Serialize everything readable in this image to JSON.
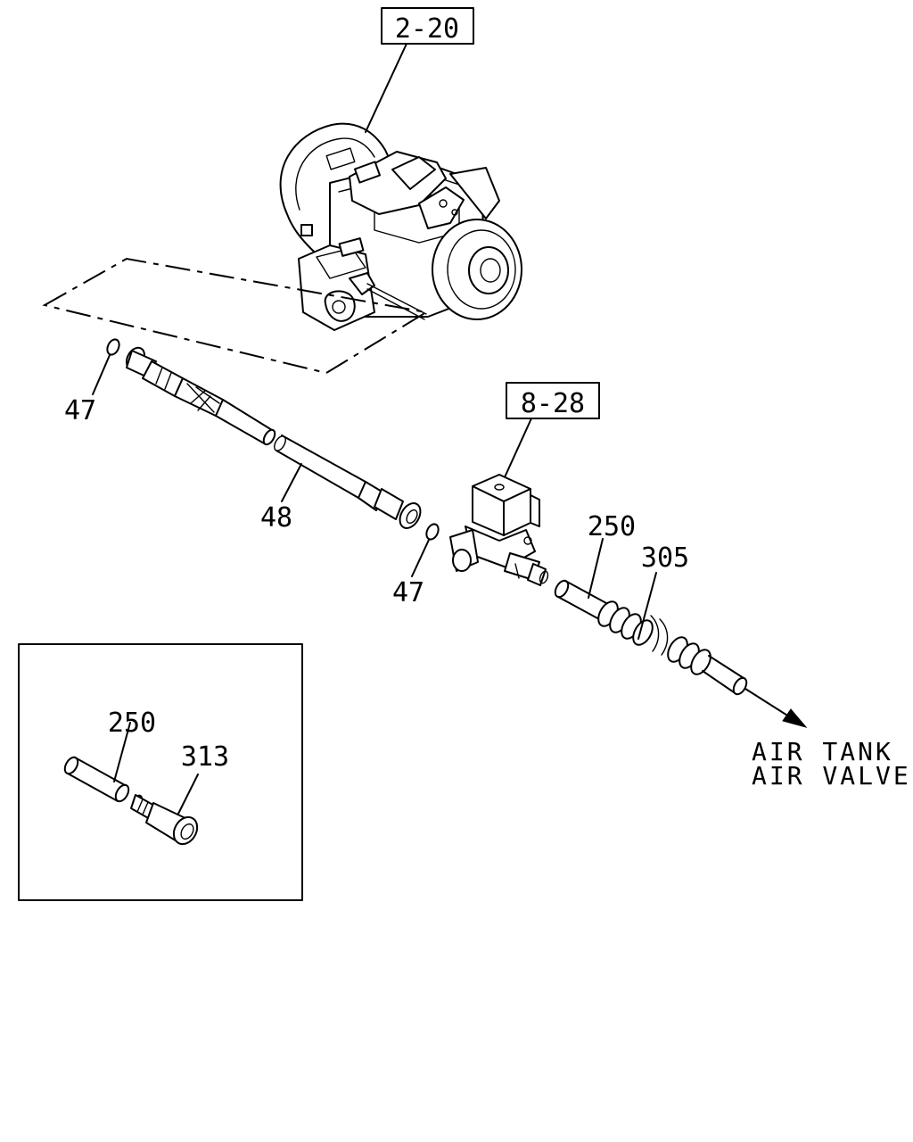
{
  "references": {
    "transmission_ref": "2-20",
    "valve_ref": "8-28"
  },
  "callouts": {
    "oring_top": "47",
    "hose": "48",
    "oring_bottom": "47",
    "pipe_main": "250",
    "protector": "305",
    "pipe_inset": "250",
    "connector_inset": "313"
  },
  "destination": {
    "line1": "AIR TANK",
    "line2": "AIR VALVE"
  }
}
